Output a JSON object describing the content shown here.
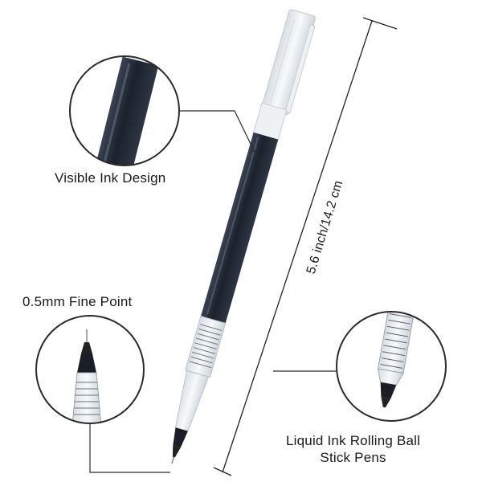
{
  "labels": {
    "visible_ink": "Visible Ink Design",
    "fine_point": "0.5mm Fine Point",
    "liquid_line1": "Liquid Ink Rolling Ball",
    "liquid_line2": "Stick Pens",
    "dimension": "5.6 inch/14.2 cm"
  },
  "colors": {
    "ink_body": "#2b3340",
    "ink_dark": "#171c24",
    "cap_clear": "#f4f6f8",
    "outline": "#2a2a2a",
    "barrel_clear": "#e4e8ec"
  }
}
